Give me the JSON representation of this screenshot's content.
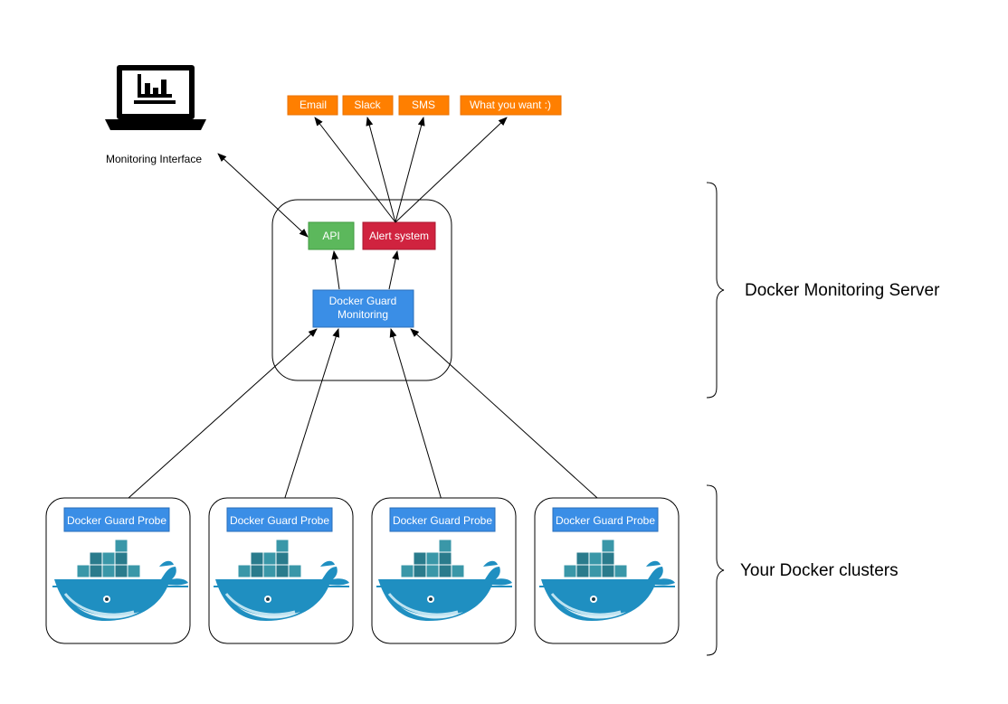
{
  "monitoring_interface": {
    "label": "Monitoring Interface",
    "icon": "laptop-chart-icon"
  },
  "notifications": [
    {
      "label": "Email"
    },
    {
      "label": "Slack"
    },
    {
      "label": "SMS"
    },
    {
      "label": "What you want :)"
    }
  ],
  "server": {
    "api_label": "API",
    "alert_label": "Alert system",
    "monitoring_line1": "Docker Guard",
    "monitoring_line2": "Monitoring",
    "group_label": "Docker Monitoring Server"
  },
  "clusters": {
    "group_label": "Your Docker clusters",
    "probes": [
      {
        "label": "Docker Guard Probe",
        "icon": "docker-whale-icon"
      },
      {
        "label": "Docker Guard Probe",
        "icon": "docker-whale-icon"
      },
      {
        "label": "Docker Guard Probe",
        "icon": "docker-whale-icon"
      },
      {
        "label": "Docker Guard Probe",
        "icon": "docker-whale-icon"
      }
    ]
  },
  "colors": {
    "notification": "#ff7f00",
    "api": "#5cb85c",
    "alert": "#d0233f",
    "monitoring": "#3a8ee6",
    "probe": "#3a8ee6",
    "whale": "#1f8fc1",
    "container_dark": "#2a7b8c",
    "container_light": "#3a97a8"
  }
}
